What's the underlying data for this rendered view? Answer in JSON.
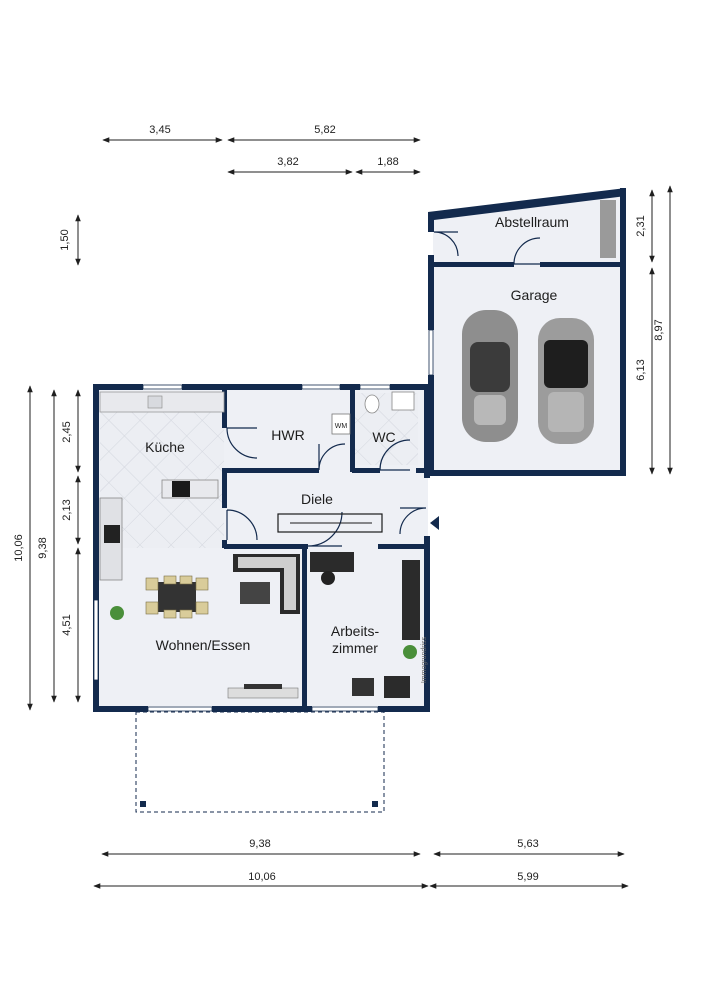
{
  "rooms": {
    "abstellraum": "Abstellraum",
    "garage": "Garage",
    "kueche": "Küche",
    "hwr": "HWR",
    "wc": "WC",
    "diele": "Diele",
    "wohnen": "Wohnen/Essen",
    "arbeits_line1": "Arbeits-",
    "arbeits_line2": "zimmer"
  },
  "appliance": {
    "washer": "WM"
  },
  "watermark": "Immogrundriss",
  "dimensions": {
    "top_left": "3,45",
    "top_right": "5,82",
    "second_left": "3,82",
    "second_right": "1,88",
    "left_150": "1,50",
    "right_231": "2,31",
    "right_613": "6,13",
    "right_897": "8,97",
    "left_1006": "10,06",
    "left_938": "9,38",
    "left_245": "2,45",
    "left_213": "2,13",
    "left_451": "4,51",
    "bottom1_left": "9,38",
    "bottom1_right": "5,63",
    "bottom2_left": "10,06",
    "bottom2_right": "5,99"
  },
  "colors": {
    "wall": "#132a4d",
    "floor": "#eef0f5",
    "kitchen_tile": "#e4e6ec",
    "dimension": "#1f1f1f"
  }
}
